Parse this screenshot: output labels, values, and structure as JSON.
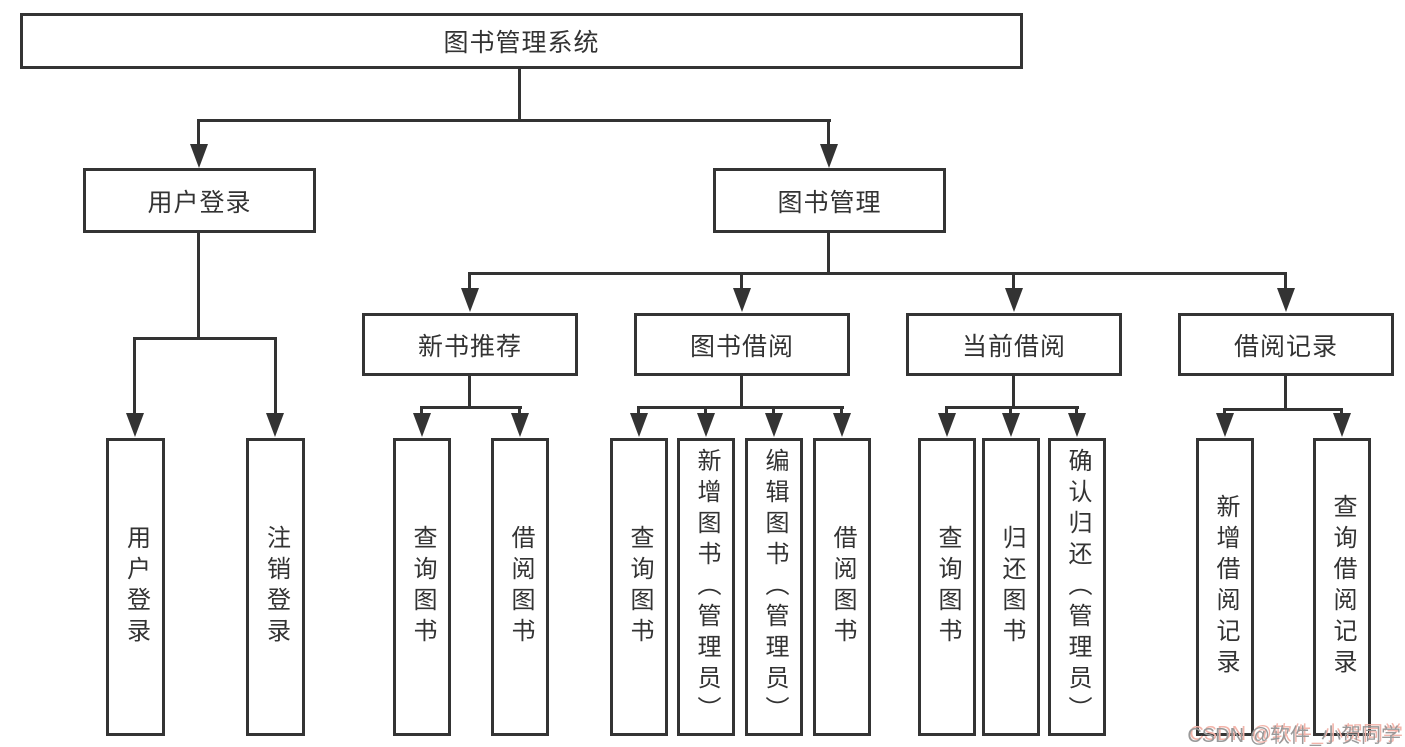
{
  "diagram": {
    "root": {
      "label": "图书管理系统"
    },
    "branches": [
      {
        "label": "用户登录",
        "children": [
          {
            "label": "用户登录"
          },
          {
            "label": "注销登录"
          }
        ]
      },
      {
        "label": "图书管理",
        "children": [
          {
            "label": "新书推荐",
            "children": [
              {
                "label": "查询图书"
              },
              {
                "label": "借阅图书"
              }
            ]
          },
          {
            "label": "图书借阅",
            "children": [
              {
                "label": "查询图书"
              },
              {
                "label": "新增图书（管理员）"
              },
              {
                "label": "编辑图书（管理员）"
              },
              {
                "label": "借阅图书"
              }
            ]
          },
          {
            "label": "当前借阅",
            "children": [
              {
                "label": "查询图书"
              },
              {
                "label": "归还图书"
              },
              {
                "label": "确认归还（管理员）"
              }
            ]
          },
          {
            "label": "借阅记录",
            "children": [
              {
                "label": "新增借阅记录"
              },
              {
                "label": "查询借阅记录"
              }
            ]
          }
        ]
      }
    ]
  },
  "watermark": {
    "text": "CSDN @软件_小贺同学"
  },
  "colors": {
    "background": "#ffffff",
    "line": "#333333",
    "box_border": "#343434",
    "box_fill": "#ffffff",
    "text": "#333333",
    "watermark_text": "#999999",
    "watermark_shadow": "#f2b4aa"
  }
}
